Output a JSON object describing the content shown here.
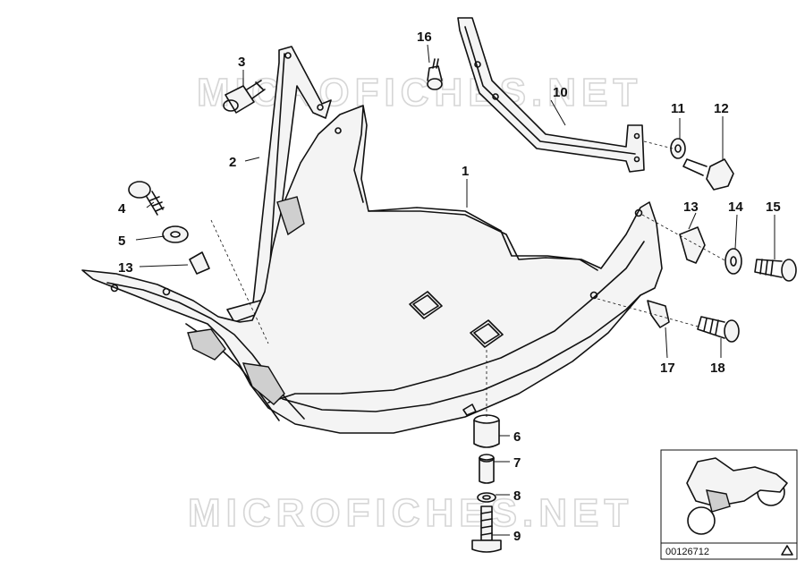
{
  "watermark": {
    "text": "MICROFICHES.NET"
  },
  "callouts": [
    {
      "id": "1",
      "label": "1"
    },
    {
      "id": "2",
      "label": "2"
    },
    {
      "id": "3",
      "label": "3"
    },
    {
      "id": "4",
      "label": "4"
    },
    {
      "id": "5",
      "label": "5"
    },
    {
      "id": "6",
      "label": "6"
    },
    {
      "id": "7",
      "label": "7"
    },
    {
      "id": "8",
      "label": "8"
    },
    {
      "id": "9",
      "label": "9"
    },
    {
      "id": "10",
      "label": "10"
    },
    {
      "id": "11",
      "label": "11"
    },
    {
      "id": "12",
      "label": "12"
    },
    {
      "id": "13a",
      "label": "13"
    },
    {
      "id": "13b",
      "label": "13"
    },
    {
      "id": "14",
      "label": "14"
    },
    {
      "id": "15",
      "label": "15"
    },
    {
      "id": "16",
      "label": "16"
    },
    {
      "id": "17",
      "label": "17"
    },
    {
      "id": "18",
      "label": "18"
    }
  ],
  "thumbnail": {
    "code": "00126712"
  }
}
